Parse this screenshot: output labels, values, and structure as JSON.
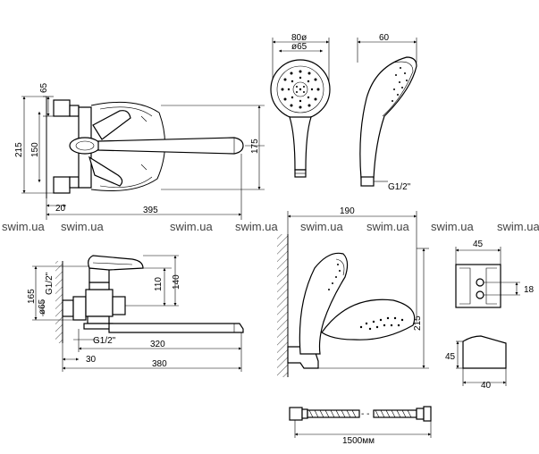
{
  "watermark": "swim.ua",
  "top_left_view": {
    "dims": {
      "d65": "65",
      "d150": "150",
      "d215": "215",
      "d175": "175",
      "d20": "20",
      "d395": "395"
    }
  },
  "handshower_front": {
    "dims": {
      "outer": "80ø",
      "inner": "ø65"
    }
  },
  "handshower_side": {
    "dims": {
      "depth": "60",
      "thread": "G1/2\""
    }
  },
  "bottom_left_view": {
    "dims": {
      "g12_vert": "G1/2\"",
      "d165": "165",
      "d65": "ø65",
      "d110": "110",
      "d140": "140",
      "g12_horiz": "G1/2\"",
      "d320": "320",
      "d30": "30",
      "d380": "380"
    }
  },
  "wall_holder_view": {
    "dims": {
      "width": "190",
      "height": "215"
    }
  },
  "bracket_front": {
    "dims": {
      "width": "45",
      "hole": "18"
    }
  },
  "bracket_side": {
    "dims": {
      "height": "45",
      "width": "40"
    }
  },
  "hose": {
    "dims": {
      "length": "1500мм"
    }
  }
}
